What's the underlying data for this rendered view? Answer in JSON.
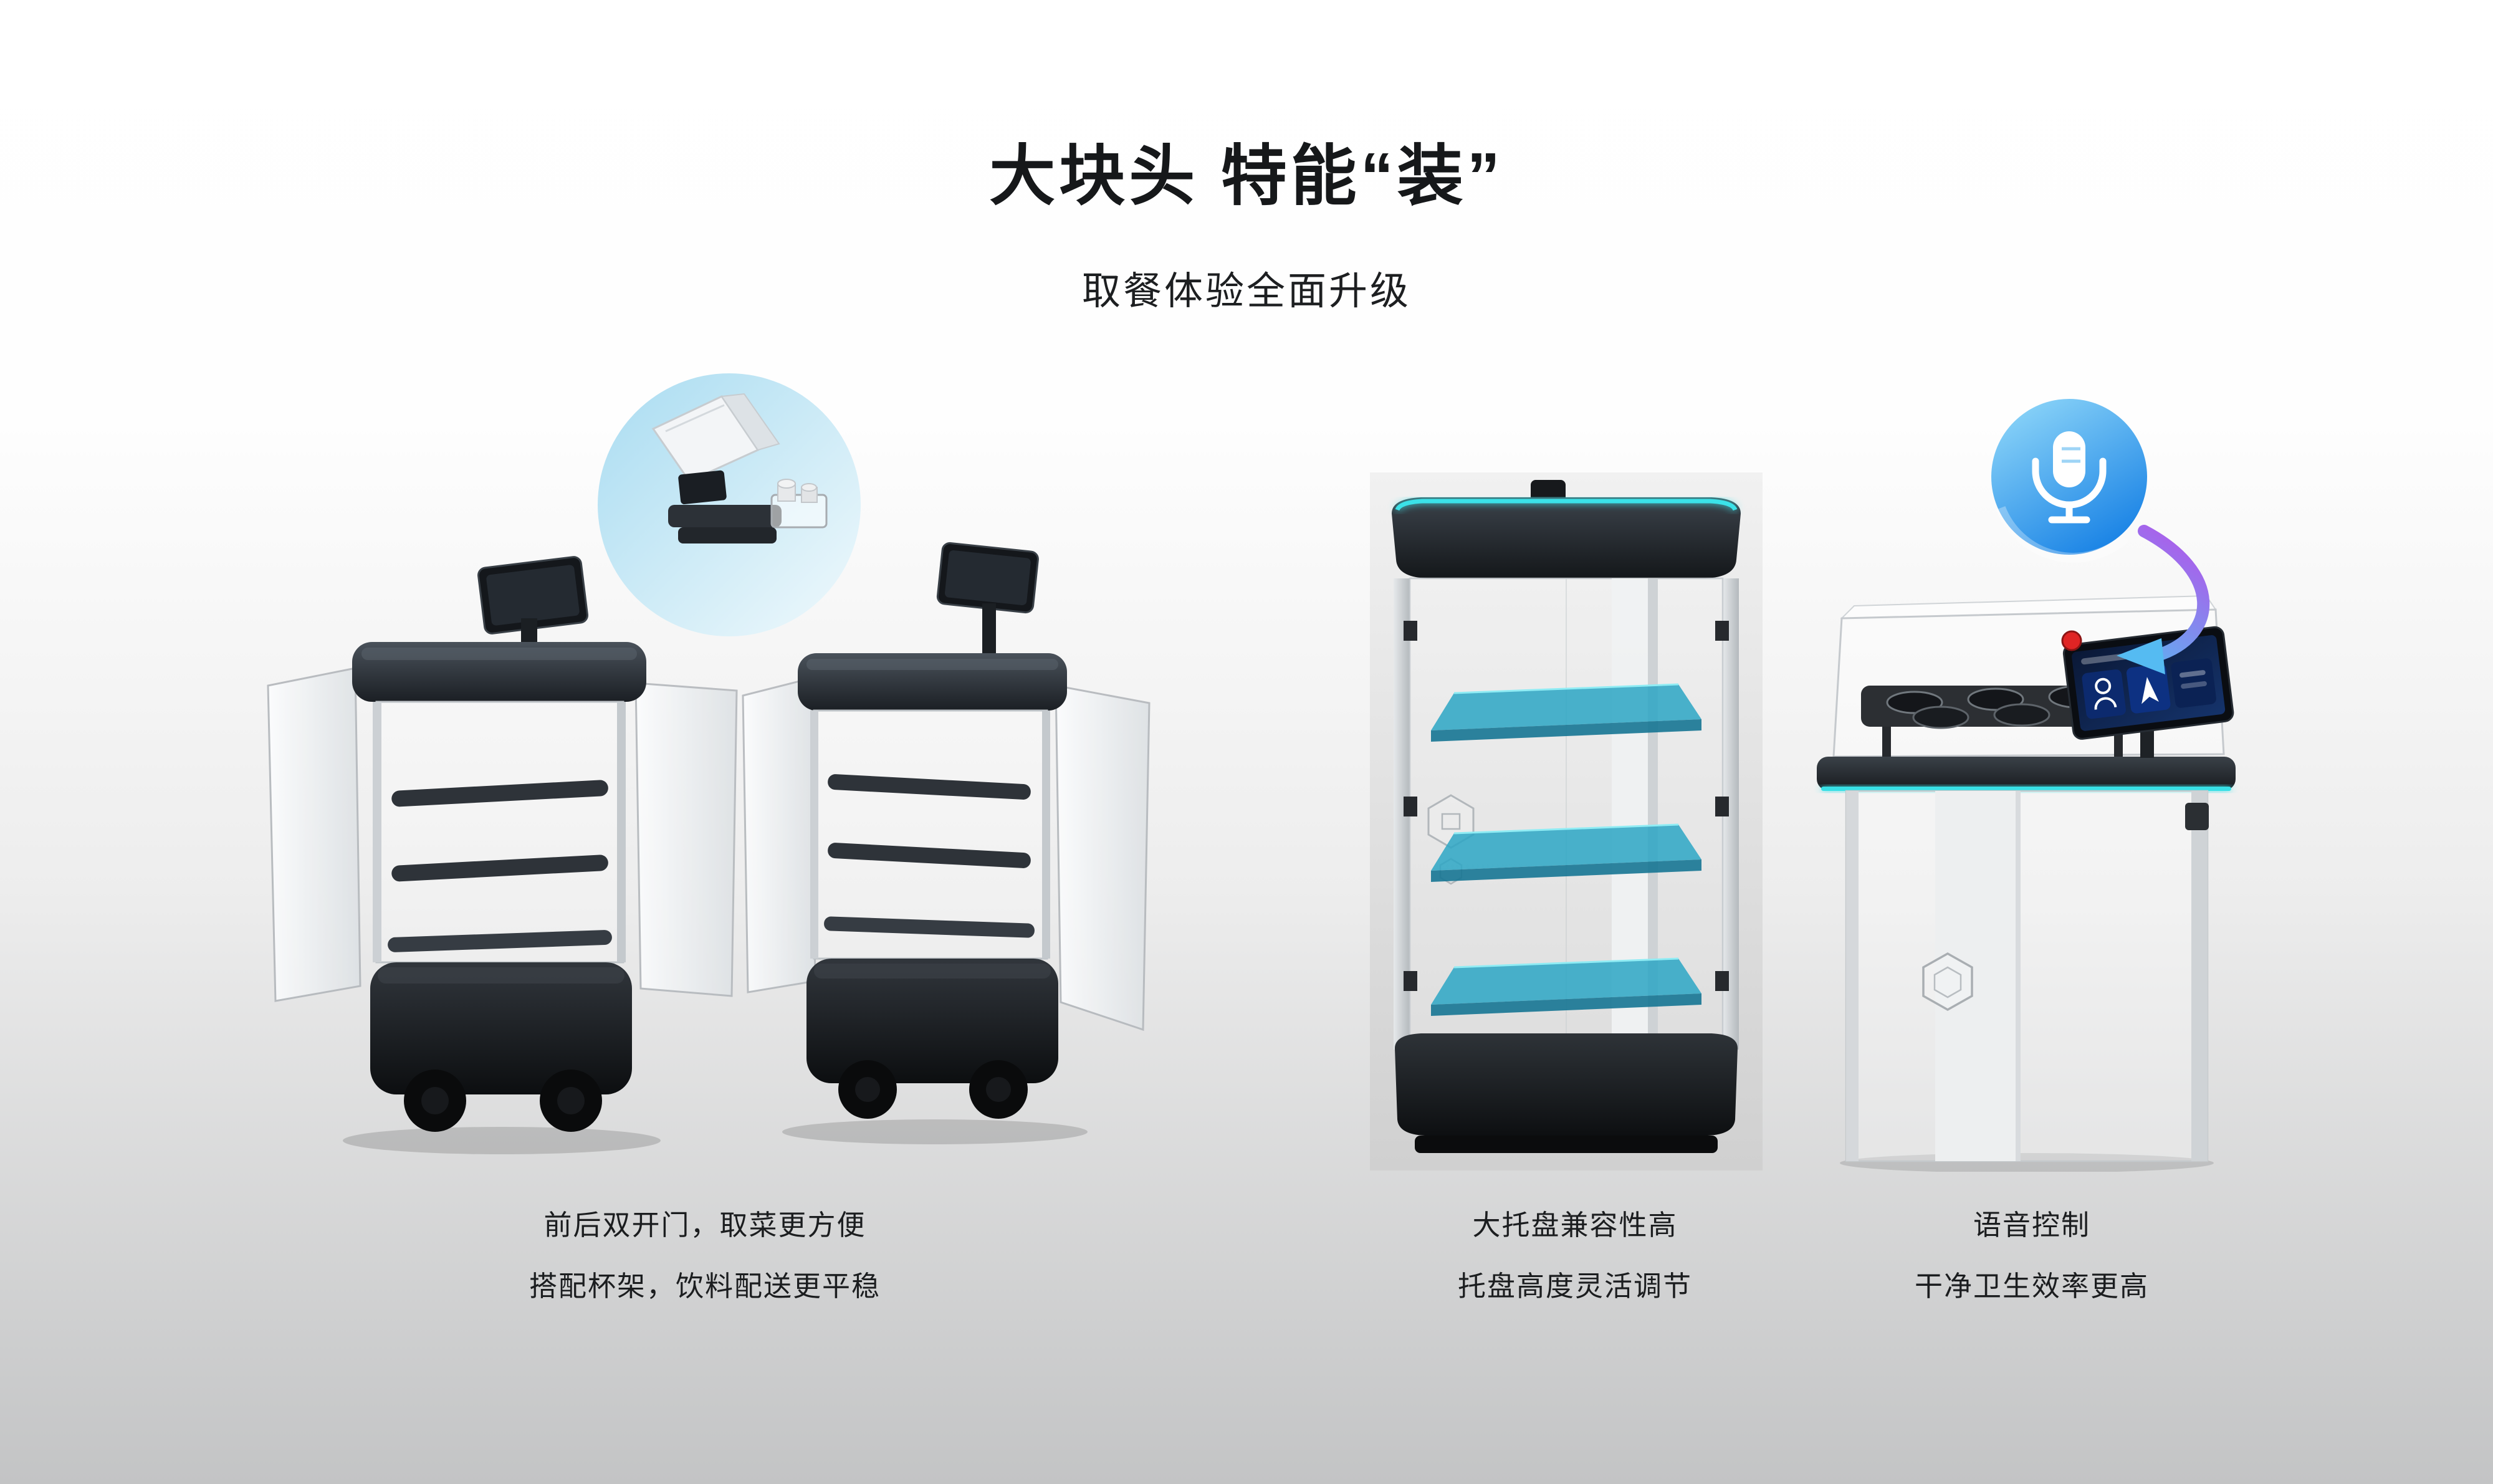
{
  "header": {
    "title": "大块头 特能“装”",
    "subtitle": "取餐体验全面升级"
  },
  "features": [
    {
      "id": "double-doors",
      "caption_line1": "前后双开门，取菜更方便",
      "caption_line2": "搭配杯架，饮料配送更平稳"
    },
    {
      "id": "large-tray",
      "caption_line1": "大托盘兼容性高",
      "caption_line2": "托盘高度灵活调节"
    },
    {
      "id": "voice-control",
      "caption_line1": "语音控制",
      "caption_line2": "干净卫生效率更高"
    }
  ],
  "icons": [
    {
      "name": "microphone-icon"
    },
    {
      "name": "curved-arrow-icon"
    },
    {
      "name": "hexagon-logo"
    }
  ],
  "colors": {
    "accent_cyan": "#38e0e6",
    "tray_teal": "#2ca6c4",
    "mic_blue_light": "#96dcfa",
    "mic_blue_dark": "#1e86e6",
    "arrow_purple": "#b257ea",
    "arrow_blue": "#55bbf2",
    "background_top": "#ffffff",
    "background_bottom": "#c3c4c5"
  }
}
